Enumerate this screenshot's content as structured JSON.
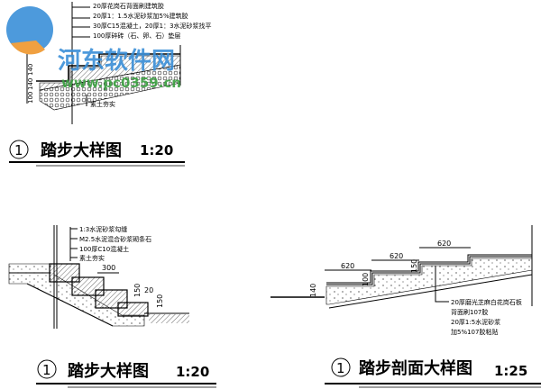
{
  "watermark": {
    "name": "河东软件网",
    "url": "www.pc0359.cn",
    "colors": {
      "logo_blue": "#3a8fd8",
      "logo_orange": "#f0a040",
      "url_green": "#3aa040"
    }
  },
  "detail_1": {
    "number": "1",
    "title": "踏步大样图",
    "scale": "1:20",
    "notes": [
      "20厚花岗石背面刷建筑胶",
      "20厚1：1.5水泥砂浆加5%建筑胶",
      "30厚C15混凝土，20厚1：3水泥砂浆找平",
      "100厚碎砖（石、卵、石）垫层",
      "素土夯实"
    ],
    "dims": [
      "140",
      "140",
      "100"
    ]
  },
  "detail_2": {
    "number": "1",
    "title": "踏步大样图",
    "scale": "1:20",
    "notes": [
      "1:3水泥砂浆勾缝",
      "M2.5水泥混合砂浆砌条石",
      "100厚C10混凝土",
      "素土夯实"
    ],
    "dims": [
      "300",
      "150",
      "20",
      "150"
    ]
  },
  "detail_3": {
    "number": "1",
    "title": "踏步剖面大样图",
    "scale": "1:25",
    "notes": [
      "20厚磨光芝麻白花岗石板",
      "背面刷107胶",
      "20厚1:5水泥砂浆",
      "加5%107胶粘贴"
    ],
    "dims": [
      "620",
      "620",
      "620",
      "140",
      "100",
      "150"
    ]
  }
}
